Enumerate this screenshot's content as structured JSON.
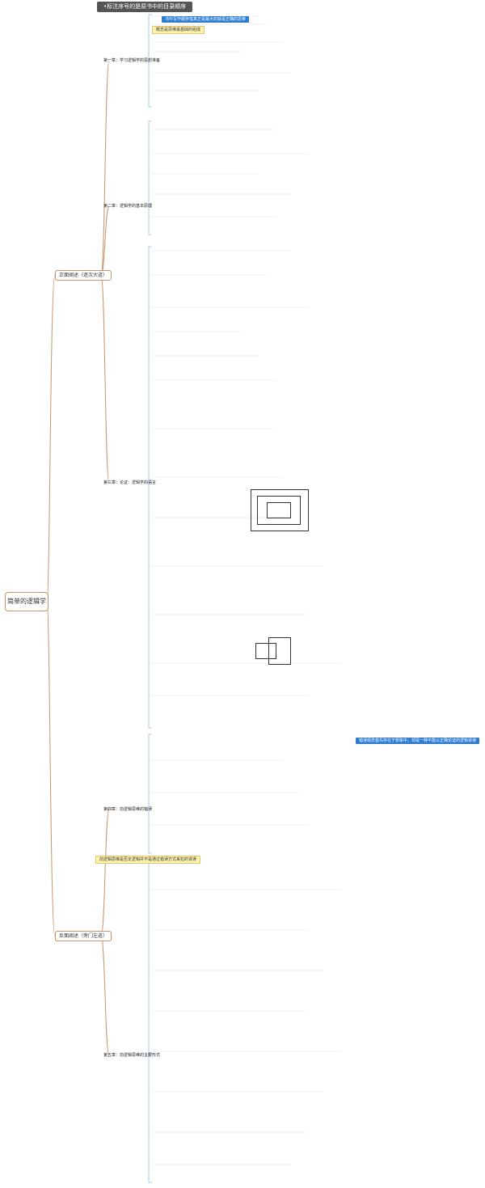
{
  "header": "•标注序号的是原书中的目录顺序",
  "root": "简单的逻辑学",
  "parts": [
    {
      "label": "正面阐述（逐次大道）"
    },
    {
      "label": "反面阐述（旁门左道）"
    }
  ],
  "chapters": [
    {
      "label": "第一章：学习逻辑学的思想准备"
    },
    {
      "label": "第二章：逻辑学的基本原理"
    },
    {
      "label": "第三章：论证：逻辑学的语言"
    },
    {
      "label": "第四章：前逻辑思维的错误"
    },
    {
      "label": "第五章：前逻辑思维的主要形式"
    }
  ],
  "notes": {
    "blue_top": "书中写作顺序指真正是最大的就是正确的思维",
    "yellow_top": "概念是思维最基础的组成",
    "blue_mid": "错误观念首先存在于想象中，却是一种不能以正确论证的逻辑谬误",
    "yellow_mid": "前逻辑思维是否定逻辑并不是通过错误方式来犯的谬误"
  }
}
